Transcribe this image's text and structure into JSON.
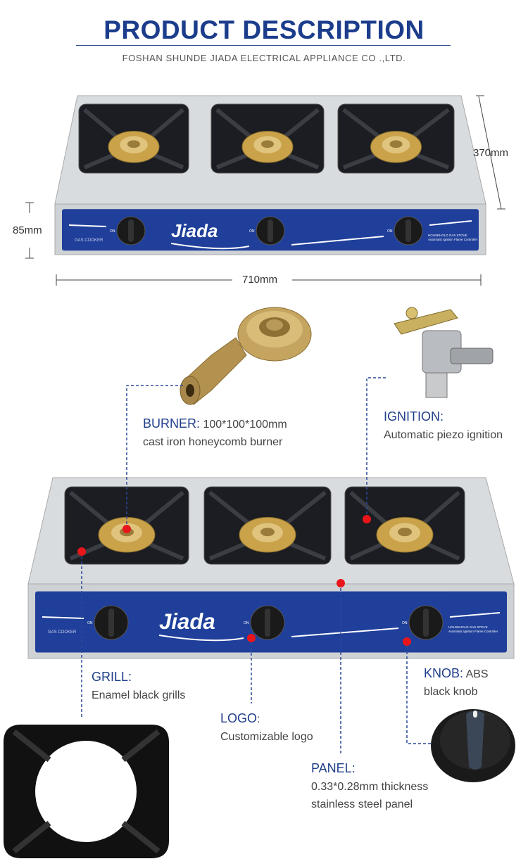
{
  "header": {
    "title": "PRODUCT DESCRIPTION",
    "subtitle": "FOSHAN SHUNDE  JIADA ELECTRICAL APPLIANCE CO .,LTD."
  },
  "dimensions": {
    "depth": "370mm",
    "height": "85mm",
    "width": "710mm"
  },
  "product": {
    "brand_logo": "Jiada",
    "panel_badge": "GAS COOKER",
    "panel_caption_1": "HOUSEHOLD GAS STOVE",
    "panel_caption_2": "Automatic Ignition Flame Controller",
    "knob_mark": "ON",
    "panel_color": "#1f3f9a",
    "burner_color": "#c9a24a"
  },
  "callouts": {
    "burner": {
      "heading": "BURNER:",
      "line1": " 100*100*100mm",
      "line2": "cast iron honeycomb burner"
    },
    "ignition": {
      "heading": "IGNITION:",
      "line1": "Automatic piezo ignition"
    },
    "grill": {
      "heading": "GRILL:",
      "line1": "Enamel black grills"
    },
    "logo": {
      "heading": "LOGO",
      "colon": ":",
      "line1": "Customizable logo"
    },
    "panel": {
      "heading": "PANEL:",
      "line1": "0.33*0.28mm thickness",
      "line2": "stainless steel panel"
    },
    "knob": {
      "heading": "KNOB:",
      "line1": " ABS",
      "line2": "black knob"
    }
  },
  "colors": {
    "accent": "#1c3d8c",
    "marker": "#e8161b",
    "callout_line": "#2a4a9a"
  }
}
